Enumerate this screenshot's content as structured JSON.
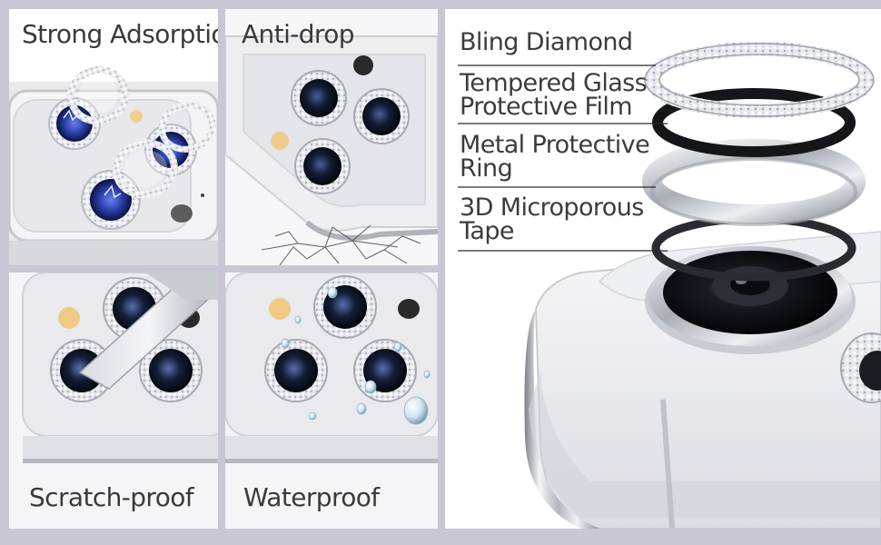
{
  "panels": {
    "strong_adsorption": {
      "label": "Strong Adsorption"
    },
    "anti_drop": {
      "label": "Anti-drop"
    },
    "scratch_proof": {
      "label": "Scratch-proof"
    },
    "waterproof": {
      "label": "Waterproof"
    }
  },
  "layers": {
    "bling_diamond": "Bling Diamond",
    "tempered_glass_line1": "Tempered Glass",
    "tempered_glass_line2": "Protective Film",
    "metal_ring_line1": "Metal Protective",
    "metal_ring_line2": "Ring",
    "tape_line1": "3D Microporous",
    "tape_line2": "Tape"
  },
  "colors": {
    "background": "#c9c7d3",
    "panel": "#ffffff",
    "lens_blue": "#2b3fa8",
    "metal": "#b8bcc4",
    "text": "#3a3a3a"
  }
}
